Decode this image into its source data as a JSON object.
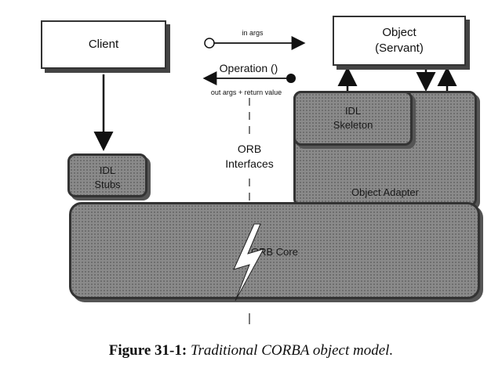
{
  "nodes": {
    "client": "Client",
    "object": "Object\n(Servant)",
    "idl_skeleton": "IDL\nSkeleton",
    "idl_stubs": "IDL\nStubs",
    "object_adapter": "Object Adapter",
    "orb_core": "ORB Core",
    "orb_interfaces": "ORB\nInterfaces"
  },
  "arrows": {
    "in_args": "in args",
    "operation": "Operation ()",
    "out_args": "out args + return value"
  },
  "caption": {
    "number": "Figure 31-1:",
    "text": "Traditional CORBA object model."
  }
}
